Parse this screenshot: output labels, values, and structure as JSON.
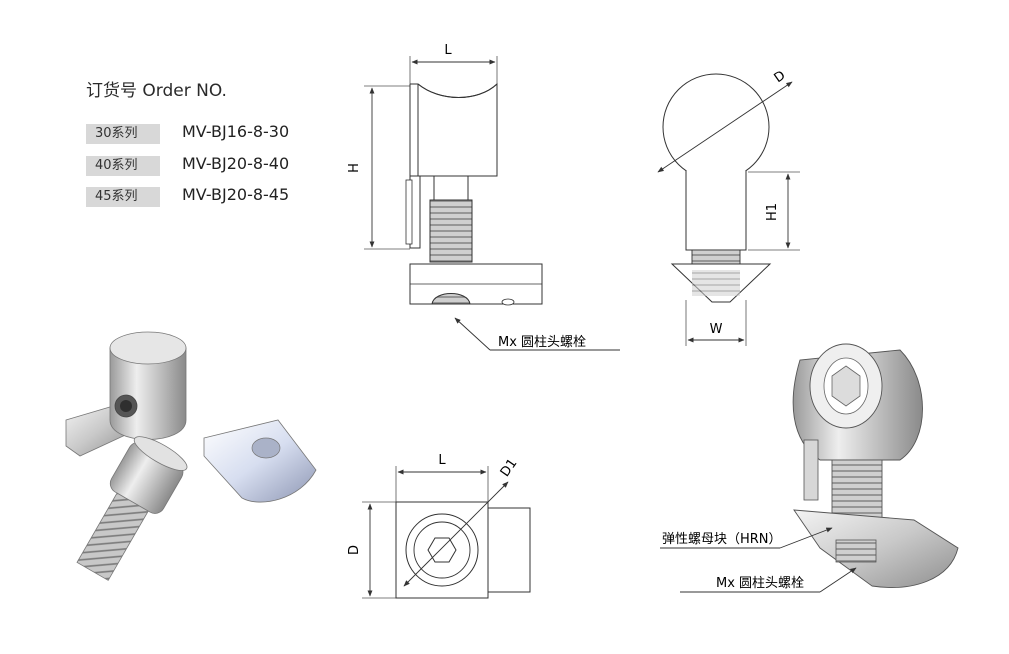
{
  "order": {
    "title": "订货号 Order NO.",
    "rows": [
      {
        "series": "30系列",
        "code": "MV-BJ16-8-30"
      },
      {
        "series": "40系列",
        "code": "MV-BJ20-8-40"
      },
      {
        "series": "45系列",
        "code": "MV-BJ20-8-45"
      }
    ]
  },
  "dimensions": {
    "L": "L",
    "H": "H",
    "D": "D",
    "H1": "H1",
    "W": "W",
    "D1": "D1"
  },
  "callouts": {
    "bolt_top": "Mx 圆柱头螺栓",
    "nut_block": "弹性螺母块（HRN）",
    "bolt_bottom": "Mx 圆柱头螺栓"
  }
}
